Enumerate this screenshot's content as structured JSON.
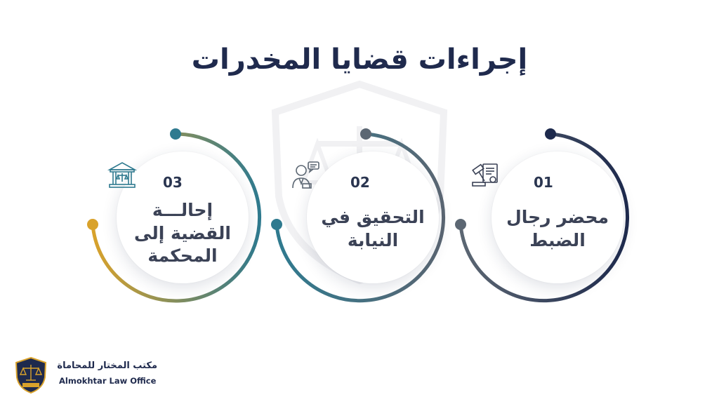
{
  "title": "إجراءات قضايا المخدرات",
  "colors": {
    "navy": "#1e2a4d",
    "teal": "#2f7a8f",
    "gold": "#d9a22b",
    "grey": "#5c6773"
  },
  "steps": [
    {
      "number": "01",
      "label": "محضر رجال الضبط",
      "icon": "police-report-gavel-icon"
    },
    {
      "number": "02",
      "label": "التحقيق في النيابة",
      "icon": "prosecutor-chat-icon"
    },
    {
      "number": "03",
      "label": "إحالـــة القضية إلى المحكمة",
      "icon": "courthouse-icon"
    }
  ],
  "brand": {
    "name_ar": "مكتب المختار للمحاماة",
    "name_en": "Almokhtar Law Office",
    "logo": "scales-shield-logo"
  }
}
